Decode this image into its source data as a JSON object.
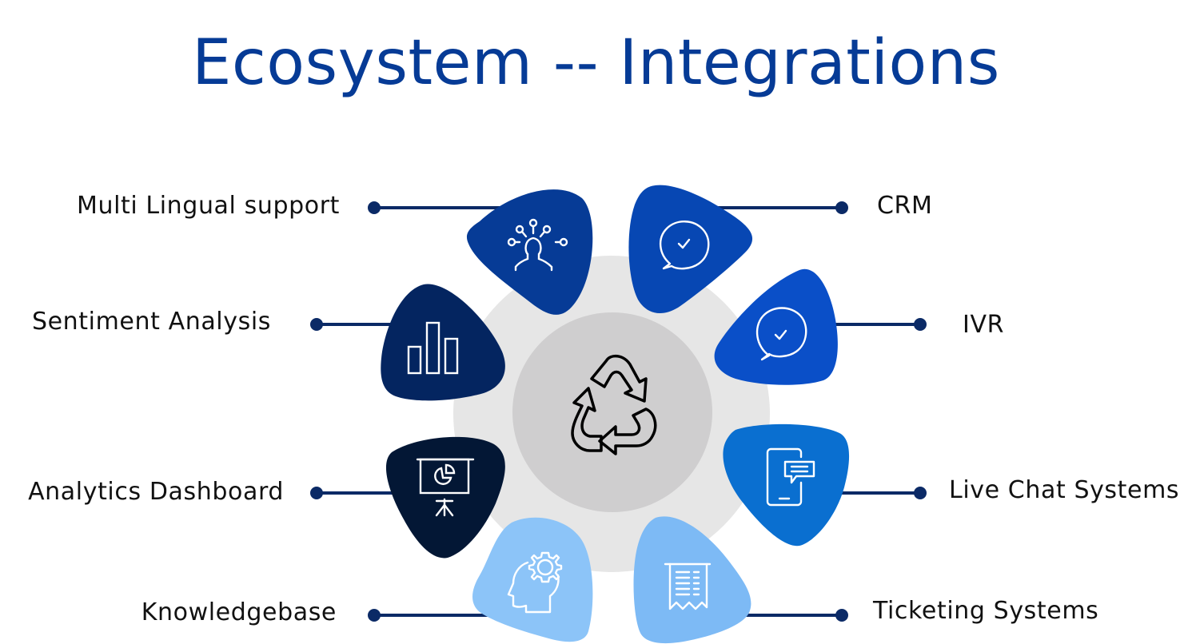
{
  "title": "Ecosystem -- Integrations",
  "colors": {
    "title": "#063B96",
    "connector": "#0B2A66",
    "outer_ring": "#E6E6E6",
    "inner_circle": "#CFCECF",
    "center_icon_stroke": "#000000"
  },
  "center": {
    "icon": "recycle-icon"
  },
  "integrations": [
    {
      "label": "Multi Lingual support",
      "icon": "people-network-icon",
      "side": "left",
      "color": "#063B96"
    },
    {
      "label": "Sentiment  Analysis",
      "icon": "bar-chart-icon",
      "side": "left",
      "color": "#042560"
    },
    {
      "label": "Analytics  Dashboard",
      "icon": "presentation-pie-chart-icon",
      "side": "left",
      "color": "#031735"
    },
    {
      "label": "Knowledgebase",
      "icon": "head-gear-icon",
      "side": "left",
      "color": "#8CC4F8"
    },
    {
      "label": "CRM",
      "icon": "chat-check-icon",
      "side": "right",
      "color": "#0747B3"
    },
    {
      "label": "IVR",
      "icon": "chat-check-icon",
      "side": "right",
      "color": "#0A4FC8"
    },
    {
      "label": "Live Chat Systems",
      "icon": "mobile-chat-icon",
      "side": "right",
      "color": "#0A6FD0"
    },
    {
      "label": "Ticketing Systems",
      "icon": "receipt-icon",
      "side": "right",
      "color": "#7DBAF5"
    }
  ]
}
